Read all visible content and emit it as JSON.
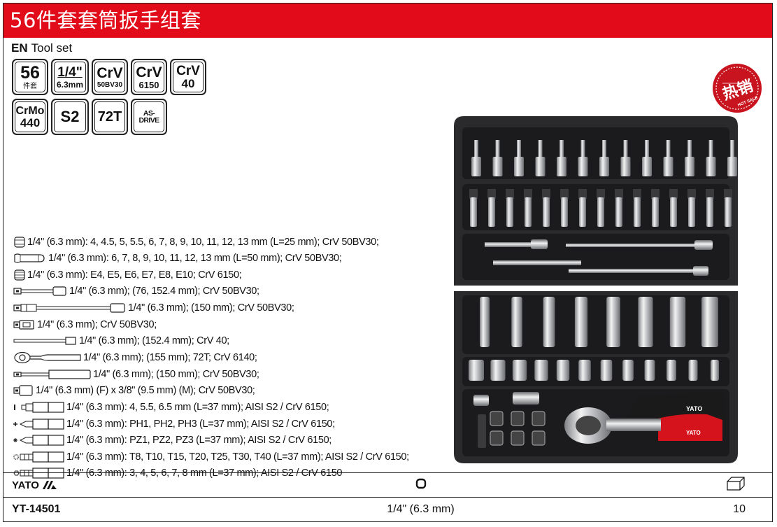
{
  "header": {
    "title": "56件套套筒扳手组套",
    "subtitle_en": "EN",
    "subtitle_text": "Tool set"
  },
  "badges": [
    {
      "id": "count",
      "main": "56",
      "sub": "件套"
    },
    {
      "id": "drive",
      "main": "1/4\"",
      "sub": "6.3mm"
    },
    {
      "id": "crv50",
      "main": "CrV",
      "sub": "50BV30"
    },
    {
      "id": "crv6150",
      "main": "CrV",
      "sub": "6150"
    },
    {
      "id": "crv40",
      "main": "CrV",
      "sub": "40"
    },
    {
      "id": "crmo",
      "main": "CrMo",
      "sub": "440"
    },
    {
      "id": "s2",
      "main": "S2",
      "sub": ""
    },
    {
      "id": "t72",
      "main": "72T",
      "sub": ""
    },
    {
      "id": "asdrive",
      "main": "AS-DRIVE",
      "sub": ""
    }
  ],
  "hot_sale": {
    "cn": "热销",
    "en": "HOT SALE"
  },
  "specs": [
    {
      "icon": "short-socket-icon",
      "text": "1/4\" (6.3 mm): 4, 4.5, 5, 5.5, 6, 7, 8, 9, 10, 11, 12, 13 mm (L=25 mm); CrV 50BV30;"
    },
    {
      "icon": "deep-socket-icon",
      "text": "1/4\" (6.3 mm): 6, 7, 8, 9, 10, 11, 12, 13 mm (L=50 mm); CrV 50BV30;"
    },
    {
      "icon": "torx-socket-icon",
      "text": "1/4\" (6.3 mm): E4, E5, E6, E7, E8, E10; CrV 6150;"
    },
    {
      "icon": "extension-bar-icon",
      "text": "1/4\" (6.3 mm); (76, 152.4 mm); CrV 50BV30;"
    },
    {
      "icon": "flexible-extension-icon",
      "text": "1/4\" (6.3 mm); (150 mm); CrV 50BV30;"
    },
    {
      "icon": "universal-joint-icon",
      "text": "1/4\" (6.3 mm); CrV 50BV30;"
    },
    {
      "icon": "t-bar-icon",
      "text": "1/4\" (6.3 mm); (152.4 mm); CrV 40;"
    },
    {
      "icon": "ratchet-icon",
      "text": "1/4\" (6.3 mm); (155 mm); 72T; CrV 6140;"
    },
    {
      "icon": "screwdriver-handle-icon",
      "text": "1/4\" (6.3 mm); (150 mm); CrV 50BV30;"
    },
    {
      "icon": "adapter-icon",
      "text": "1/4\" (6.3 mm) (F) x 3/8\" (9.5 mm) (M); CrV 50BV30;"
    },
    {
      "icon": "slotted-bit-icon",
      "text": "1/4\" (6.3 mm): 4, 5.5, 6.5 mm (L=37 mm); AISI S2 / CrV 6150;"
    },
    {
      "icon": "phillips-bit-icon",
      "text": "1/4\" (6.3 mm): PH1, PH2, PH3 (L=37 mm); AISI S2 / CrV 6150;"
    },
    {
      "icon": "pozidriv-bit-icon",
      "text": "1/4\" (6.3 mm): PZ1, PZ2, PZ3 (L=37 mm); AISI S2 / CrV 6150;"
    },
    {
      "icon": "torx-bit-icon",
      "text": "1/4\" (6.3 mm): T8, T10, T15, T20, T25, T30, T40 (L=37 mm); AISI S2 / CrV 6150;"
    },
    {
      "icon": "hex-bit-icon",
      "text": "1/4\" (6.3 mm): 3, 4, 5, 6, 7, 8 mm (L=37 mm); AISI S2 / CrV 6150"
    }
  ],
  "case_labels": {
    "handle": "YATO",
    "ratchet": "YATO"
  },
  "footer": {
    "brand": "YATO",
    "model": "YT-14501",
    "drive": "1/4\" (6.3 mm)",
    "qty": "10"
  },
  "colors": {
    "accent": "#e10b1a",
    "ink": "#222222",
    "case": "#2a2a2c"
  }
}
